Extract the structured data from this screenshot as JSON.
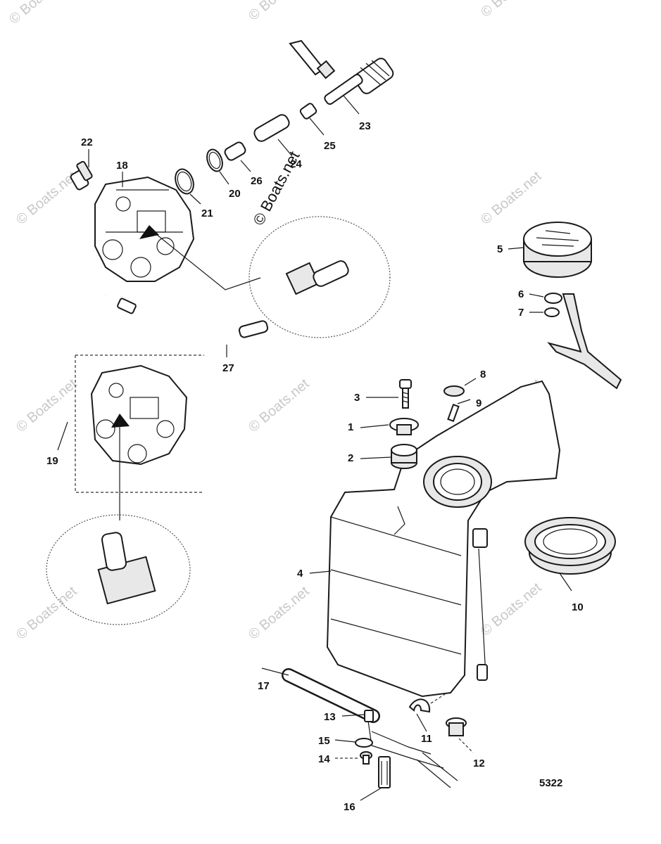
{
  "diagram_id": "5322",
  "watermark": "© Boats.net",
  "callouts": [
    "1",
    "2",
    "3",
    "4",
    "5",
    "6",
    "7",
    "8",
    "9",
    "10",
    "11",
    "12",
    "13",
    "14",
    "15",
    "16",
    "17",
    "18",
    "19",
    "20",
    "21",
    "22",
    "23",
    "24",
    "25",
    "26",
    "27"
  ]
}
